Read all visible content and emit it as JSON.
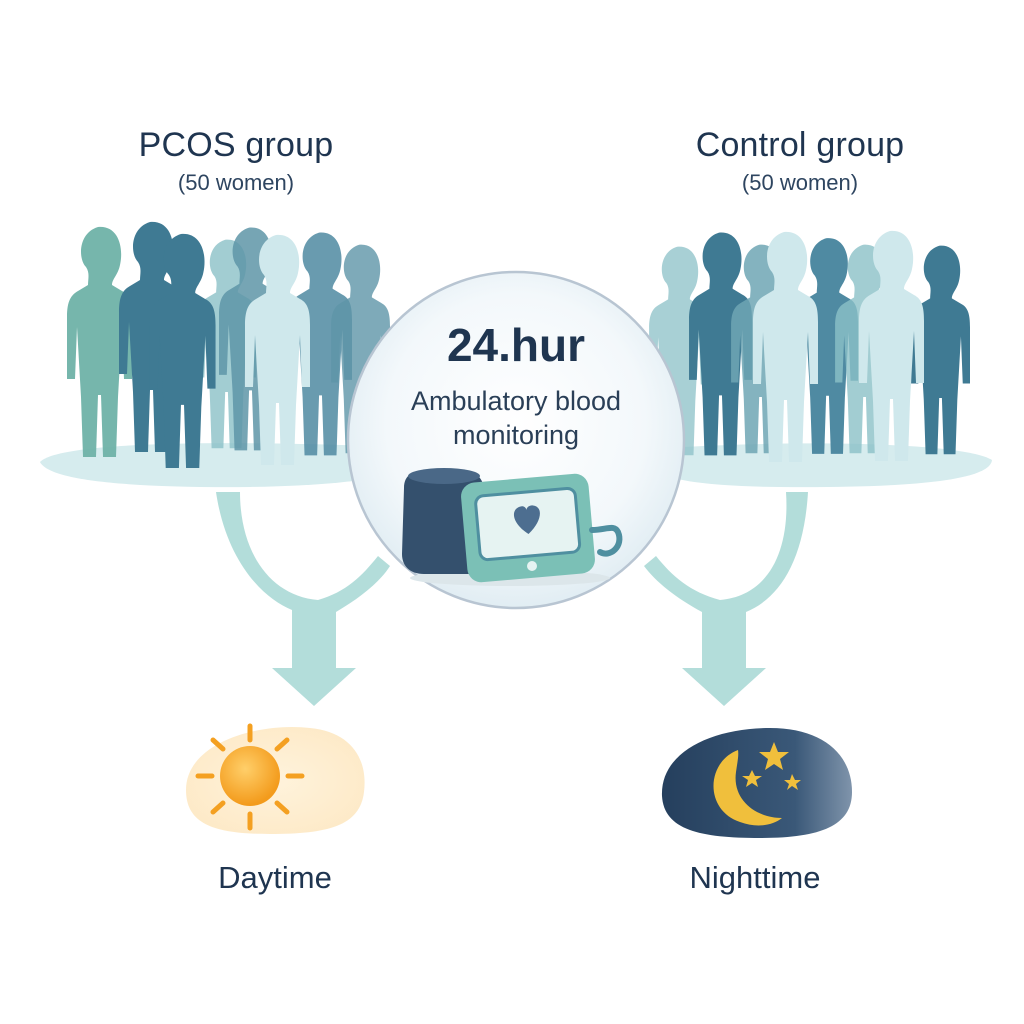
{
  "groups": {
    "pcos": {
      "title": "PCOS group",
      "subtitle": "(50 women)"
    },
    "control": {
      "title": "Control group",
      "subtitle": "(50 women)"
    }
  },
  "center": {
    "hours": "24.hur",
    "line1": "Ambulatory blood",
    "line2": "monitoring"
  },
  "periods": {
    "day": "Daytime",
    "night": "Nighttime"
  },
  "palette": {
    "teal_dark": "#3f7a93",
    "teal_mid": "#5f96a8",
    "teal_green": "#6fb3a8",
    "teal_light": "#a9d4dc",
    "teal_pale": "#cfe8ec",
    "arrow": "#a6d7d4",
    "sun": "#f4a021",
    "night": "#2b4563",
    "moon": "#f0bf3c"
  }
}
